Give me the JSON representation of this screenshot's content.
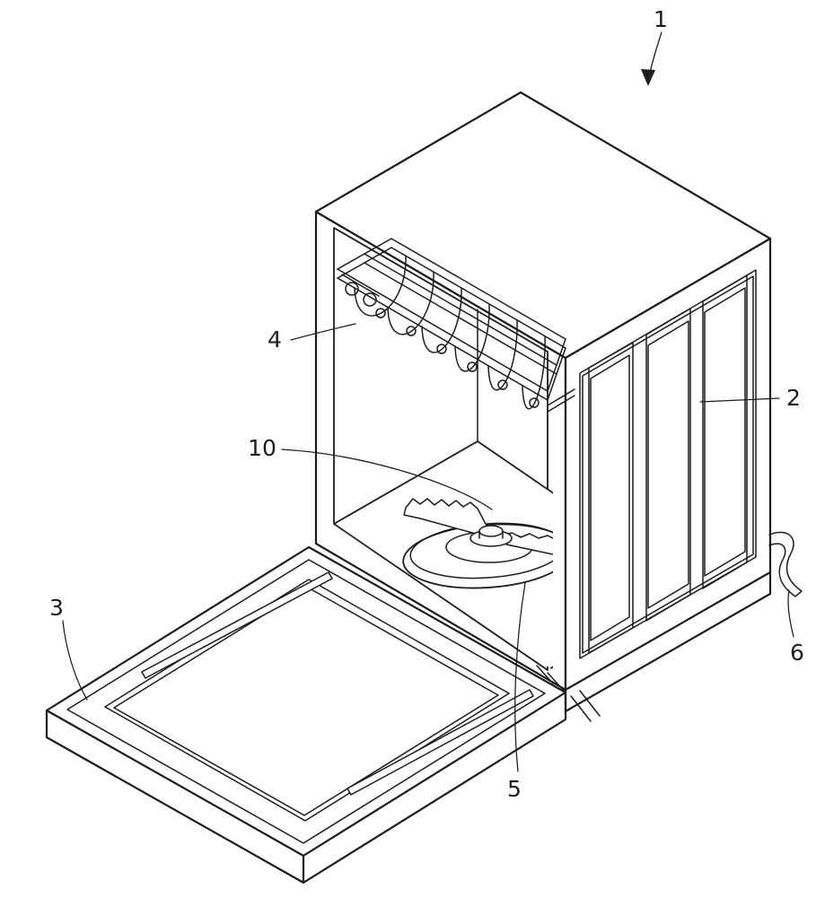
{
  "figure": {
    "colors": {
      "background": "#ffffff",
      "line": "#1c1c1c"
    },
    "labels": {
      "ref1": "1",
      "ref2": "2",
      "ref3": "3",
      "ref4": "4",
      "ref5": "5",
      "ref6": "6",
      "ref10": "10"
    }
  }
}
